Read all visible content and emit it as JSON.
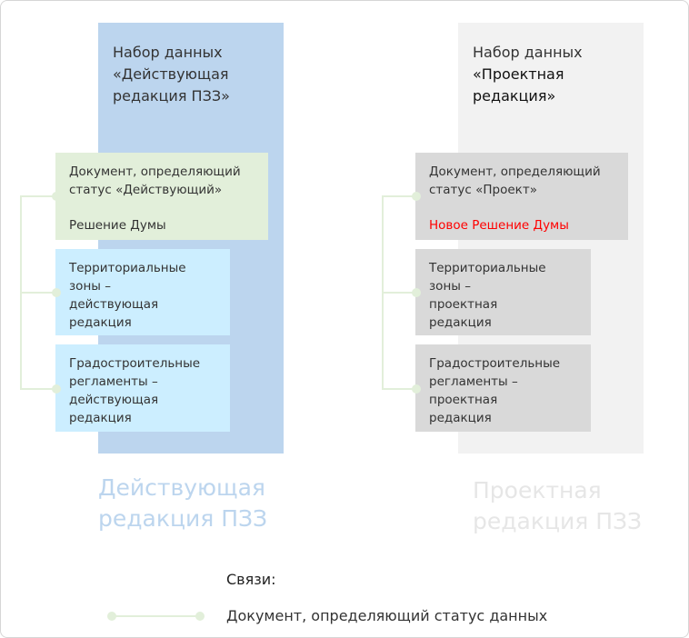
{
  "current": {
    "dataset_title": [
      "Набор данных",
      "«Действующая",
      "редакция ПЗЗ»"
    ],
    "status_doc": {
      "lines": [
        "Документ, определяющий",
        "статус «Действующий»"
      ],
      "doc": "Решение Думы"
    },
    "zones": [
      "Территориальные",
      "зоны –",
      "действующая",
      "редакция"
    ],
    "regulations": [
      "Градостроительные",
      "регламенты –",
      "действующая",
      "редакция"
    ],
    "caption": [
      "Действующая",
      "редакция ПЗЗ"
    ]
  },
  "project": {
    "dataset_title": [
      "Набор данных",
      "«Проектная",
      "редакция»"
    ],
    "status_doc": {
      "lines": [
        "Документ, определяющий",
        "статус «Проект»"
      ],
      "doc": "Новое Решение Думы"
    },
    "zones": [
      "Территориальные",
      "зоны –",
      "проектная",
      "редакция"
    ],
    "regulations": [
      "Градостроительные",
      "регламенты –",
      "проектная",
      "редакция"
    ],
    "caption": [
      "Проектная",
      "редакция ПЗЗ"
    ]
  },
  "legend": {
    "title": "Связи:",
    "item": "Документ, определяющий статус данных"
  },
  "colors": {
    "current_column": "#bcd5ee",
    "current_status": "#e2efda",
    "current_items": "#cceeff",
    "project_column": "#f2f2f2",
    "project_items": "#d9d9d9",
    "new_doc": "#ff0000",
    "link": "#e2efda"
  }
}
